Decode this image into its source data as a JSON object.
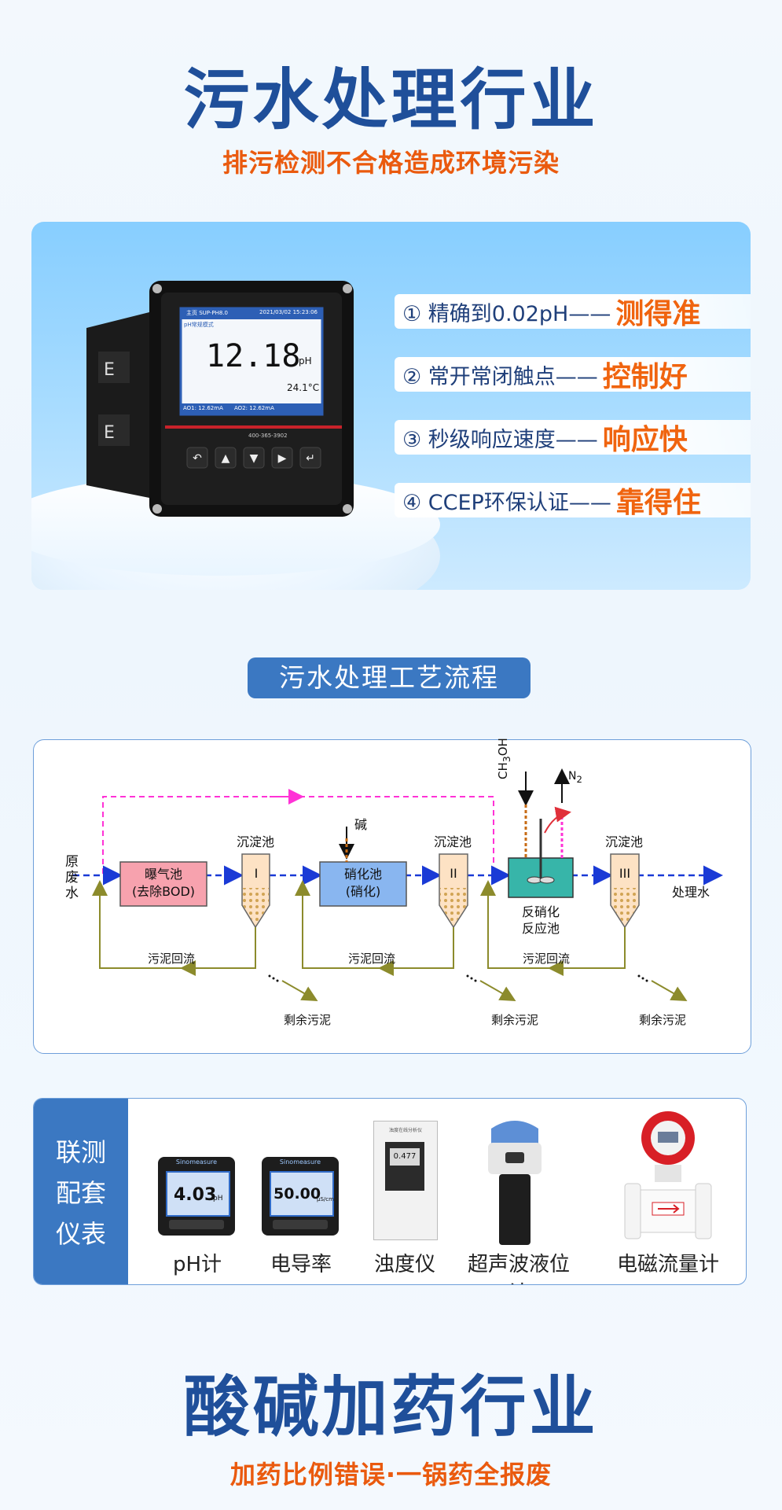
{
  "section1": {
    "title": "污水处理行业",
    "subtitle": "排污检测不合格造成环境污染"
  },
  "device": {
    "brand_label": "主页 SUP-PH8.0",
    "date": "2021/03/02 15:23:06",
    "mode": "pH常规模式",
    "reading": "12.18",
    "unit": "pH",
    "temp": "24.1°C",
    "ao1": "AO1: 12.62mA",
    "ao2": "AO2: 12.62mA",
    "hotline": "400-365-3902"
  },
  "features": [
    {
      "text": "① 精确到0.02pH——",
      "highlight": "测得准"
    },
    {
      "text": "② 常开常闭触点——",
      "highlight": "控制好"
    },
    {
      "text": "③ 秒级响应速度——",
      "highlight": "响应快"
    },
    {
      "text": "④ CCEP环保认证——",
      "highlight": "靠得住"
    }
  ],
  "process": {
    "title": "污水处理工艺流程",
    "raw_water": [
      "原",
      "废",
      "水"
    ],
    "aeration_tank": [
      "曝气池",
      "(去除BOD)"
    ],
    "settling": "沉淀池",
    "roman": [
      "I",
      "II",
      "III"
    ],
    "alkali": "碱",
    "nitrification": [
      "硝化池",
      "(硝化)"
    ],
    "methanol": "CH3OH",
    "methanol_parts": [
      "CH",
      "3",
      "OH"
    ],
    "nitrogen": [
      "N",
      "2"
    ],
    "denitrification": [
      "反硝化",
      "反应池"
    ],
    "treated_water": "处理水",
    "sludge_return": "污泥回流",
    "excess_sludge": "剩余污泥",
    "colors": {
      "flow": "#1a3ad6",
      "recycle": "#ff32d6",
      "sludge": "#8c8b2c"
    }
  },
  "instruments": {
    "side_label": [
      "联测",
      "配套",
      "仪表"
    ],
    "items": [
      {
        "label": "pH计",
        "reading": "4.03",
        "unit": "pH",
        "brand": "Sinomeasure"
      },
      {
        "label": "电导率",
        "reading": "50.00",
        "unit": "μS/cm",
        "brand": "Sinomeasure"
      },
      {
        "label": "浊度仪",
        "reading": "0.477",
        "brand": "浊度在线分析仪"
      },
      {
        "label": "超声波液位计"
      },
      {
        "label": "电磁流量计"
      }
    ]
  },
  "section2": {
    "title": "酸碱加药行业",
    "subtitle": "加药比例错误·一锅药全报废"
  }
}
